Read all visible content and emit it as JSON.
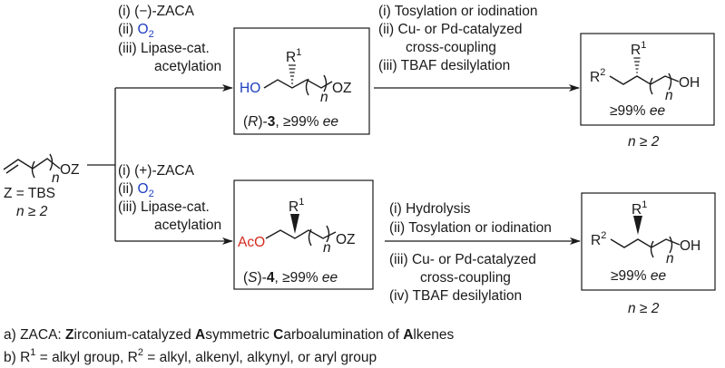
{
  "colors": {
    "o2": "#1f3fbf",
    "hydroxyl": "#1f3fbf",
    "acetoxy": "#d42a1f",
    "ink": "#1a1a1a"
  },
  "start": {
    "group": "OZ",
    "sub_n": "n",
    "z_def": "Z = TBS",
    "n_cond": "n ≥ 2"
  },
  "top_route": {
    "steps": [
      "(i) (−)-ZACA",
      "(ii) ",
      "(iii) Lipase-cat.",
      "acetylation"
    ],
    "o2": "O",
    "o2_sub": "2",
    "product": {
      "ho": "HO",
      "r": "R",
      "r_sup": "1",
      "oz": "OZ",
      "n": "n",
      "label_pre": "(",
      "label_config": "R",
      "label_mid": ")-",
      "label_num": "3",
      "label_ee": ", ≥99% ",
      "label_ee_unit": "ee"
    },
    "steps2": [
      "(i) Tosylation or iodination",
      "(ii) Cu- or Pd-catalyzed",
      "cross-coupling",
      "(iii) TBAF desilylation"
    ],
    "final": {
      "r2": "R",
      "r2_sup": "2",
      "r1": "R",
      "r1_sup": "1",
      "oh": "OH",
      "n": "n",
      "ee": "≥99% ",
      "ee_unit": "ee",
      "n_cond": "n ≥ 2"
    }
  },
  "bottom_route": {
    "steps": [
      "(i) (+)-ZACA",
      "(ii) ",
      "(iii) Lipase-cat.",
      "acetylation"
    ],
    "o2": "O",
    "o2_sub": "2",
    "product": {
      "aco": "AcO",
      "r": "R",
      "r_sup": "1",
      "oz": "OZ",
      "n": "n",
      "label_pre": "(",
      "label_config": "S",
      "label_mid": ")-",
      "label_num": "4",
      "label_ee": ", ≥99% ",
      "label_ee_unit": "ee"
    },
    "steps_above": [
      "(i)  Hydrolysis",
      "(ii) Tosylation or iodination"
    ],
    "steps_below": [
      "(iii) Cu- or Pd-catalyzed",
      "cross-coupling",
      "(iv) TBAF desilylation"
    ],
    "final": {
      "r2": "R",
      "r2_sup": "2",
      "r1": "R",
      "r1_sup": "1",
      "oh": "OH",
      "n": "n",
      "ee": "≥99% ",
      "ee_unit": "ee",
      "n_cond": "n ≥ 2"
    }
  },
  "notes": {
    "a_parts": [
      "a) ZACA: ",
      "Z",
      "irconium-catalyzed ",
      "A",
      "symmetric ",
      "C",
      "arboalumination of ",
      "A",
      "lkenes"
    ],
    "b_parts": [
      "b) R",
      "1",
      " = alkyl group, R",
      "2",
      " = alkyl, alkenyl, alkynyl, or aryl group"
    ]
  }
}
